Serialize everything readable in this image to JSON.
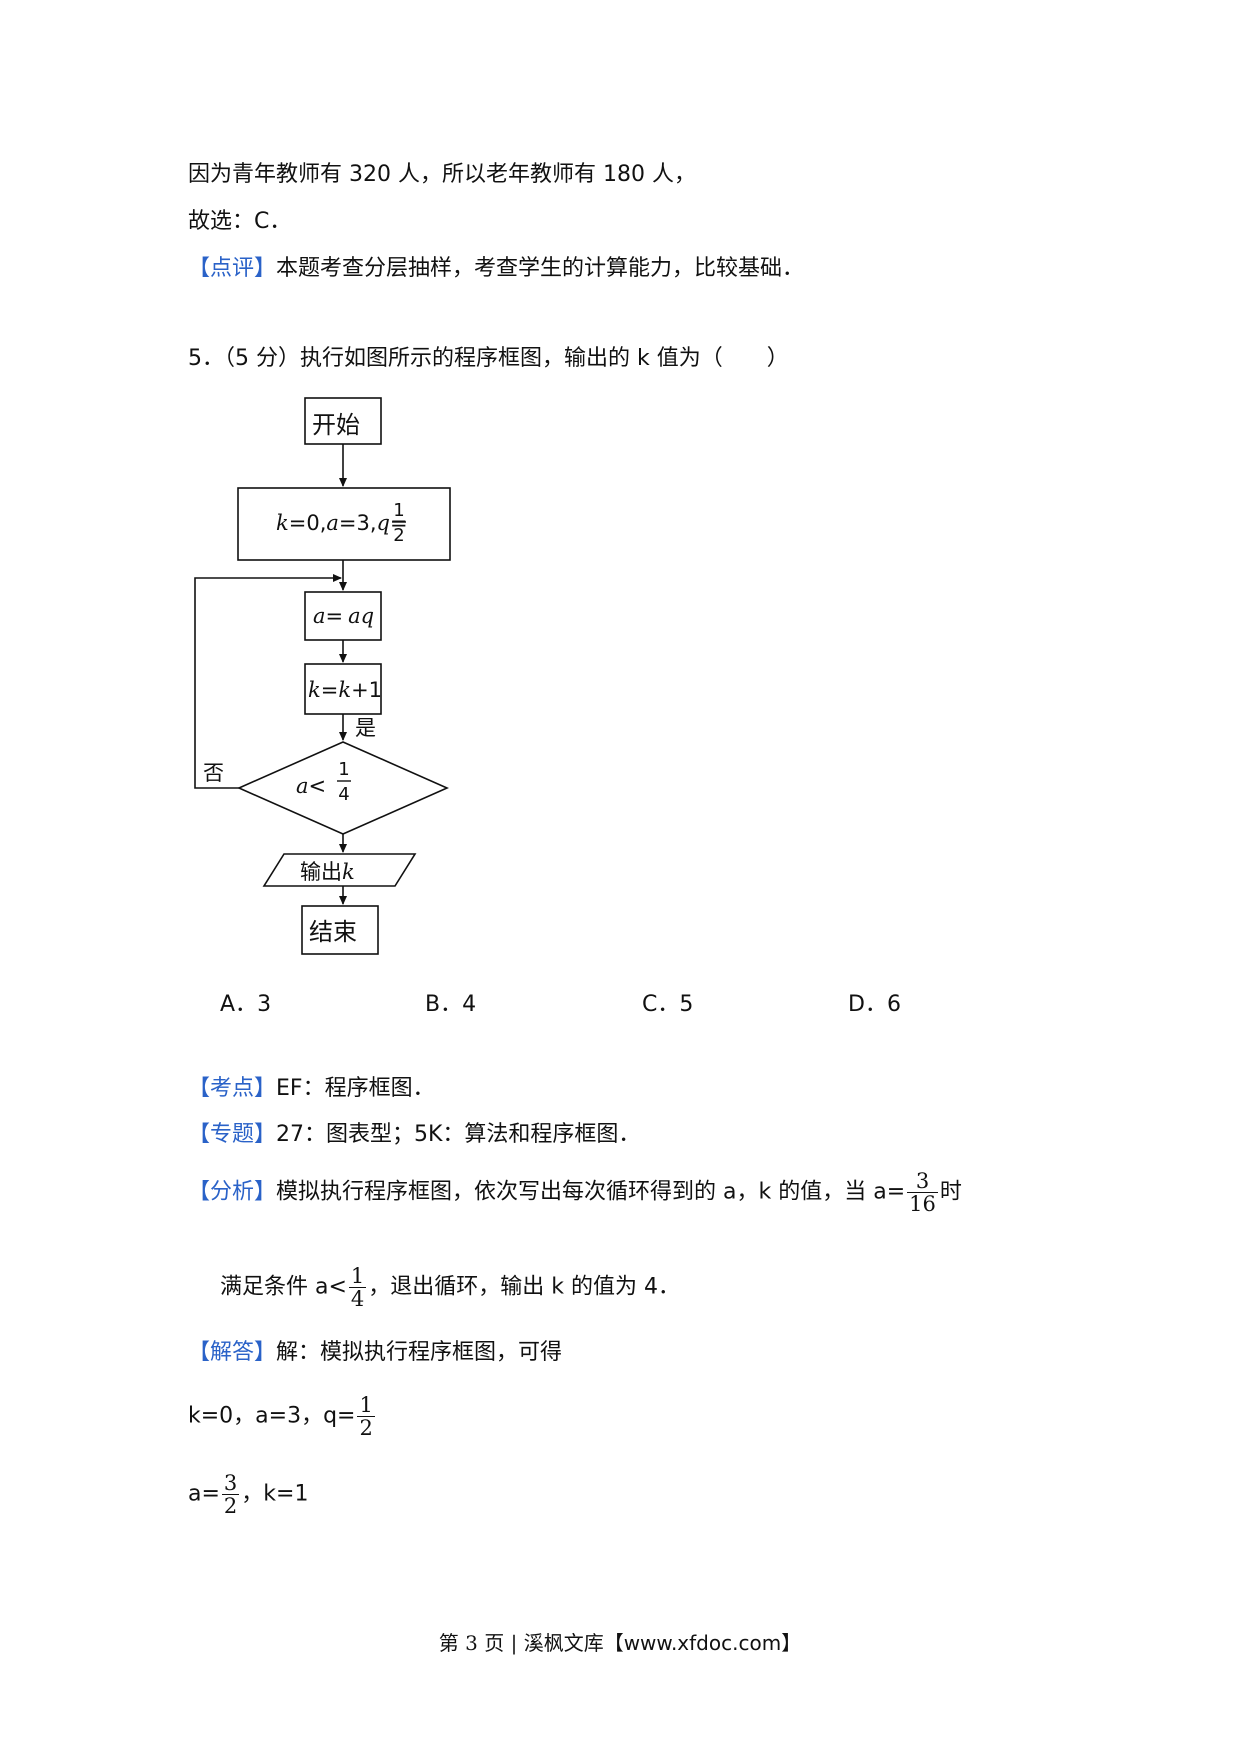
{
  "prev": {
    "line1": "因为青年教师有 320 人，所以老年教师有 180 人，",
    "line2": "故选：C．",
    "comment_tag": "【点评】",
    "comment_text": "本题考查分层抽样，考查学生的计算能力，比较基础．"
  },
  "question": {
    "text": "5．（5 分）执行如图所示的程序框图，输出的 k 值为（　　）",
    "flowchart": {
      "start": "开始",
      "init": {
        "k": "k",
        "eq0": "=0,",
        "a": "a",
        "eq3": "=3,",
        "q": "q",
        "eq": "=",
        "num": "1",
        "den": "2"
      },
      "step1": {
        "a": "a",
        "eq": "=",
        "aq": "aq"
      },
      "step2": {
        "k1": "k",
        "eq": "=",
        "k2": "k",
        "plus": "+1"
      },
      "cond": {
        "a": "a",
        "lt": "<",
        "num": "1",
        "den": "4"
      },
      "yes": "是",
      "no": "否",
      "output": {
        "label": "输出",
        "k": "k"
      },
      "end": "结束"
    },
    "options": [
      {
        "letter": "A．",
        "value": "3"
      },
      {
        "letter": "B．",
        "value": "4"
      },
      {
        "letter": "C．",
        "value": "5"
      },
      {
        "letter": "D．",
        "value": "6"
      }
    ]
  },
  "kaodian": {
    "tag": "【考点】",
    "text": "EF：程序框图．"
  },
  "zhuanti": {
    "tag": "【专题】",
    "text": "27：图表型；5K：算法和程序框图．"
  },
  "fenxi": {
    "tag": "【分析】",
    "text1": "模拟执行程序框图，依次写出每次循环得到的 a，k 的值，当 a=",
    "frac1_num": "3",
    "frac1_den": "16",
    "text2": "时",
    "text3": "满足条件 a<",
    "frac2_num": "1",
    "frac2_den": "4",
    "text4": "，退出循环，输出 k 的值为 4．"
  },
  "jieda": {
    "tag": "【解答】",
    "text": "解：模拟执行程序框图，可得",
    "l1_text": "k=0，a=3，q=",
    "l1_num": "1",
    "l1_den": "2",
    "l2_pre": "a=",
    "l2_num": "3",
    "l2_den": "2",
    "l2_post": "，k=1"
  },
  "footer": {
    "page": "第 3 页",
    "sep": " | ",
    "site": "溪枫文库",
    "lb": "【",
    "url": "www.xfdoc.com",
    "rb": "】"
  }
}
